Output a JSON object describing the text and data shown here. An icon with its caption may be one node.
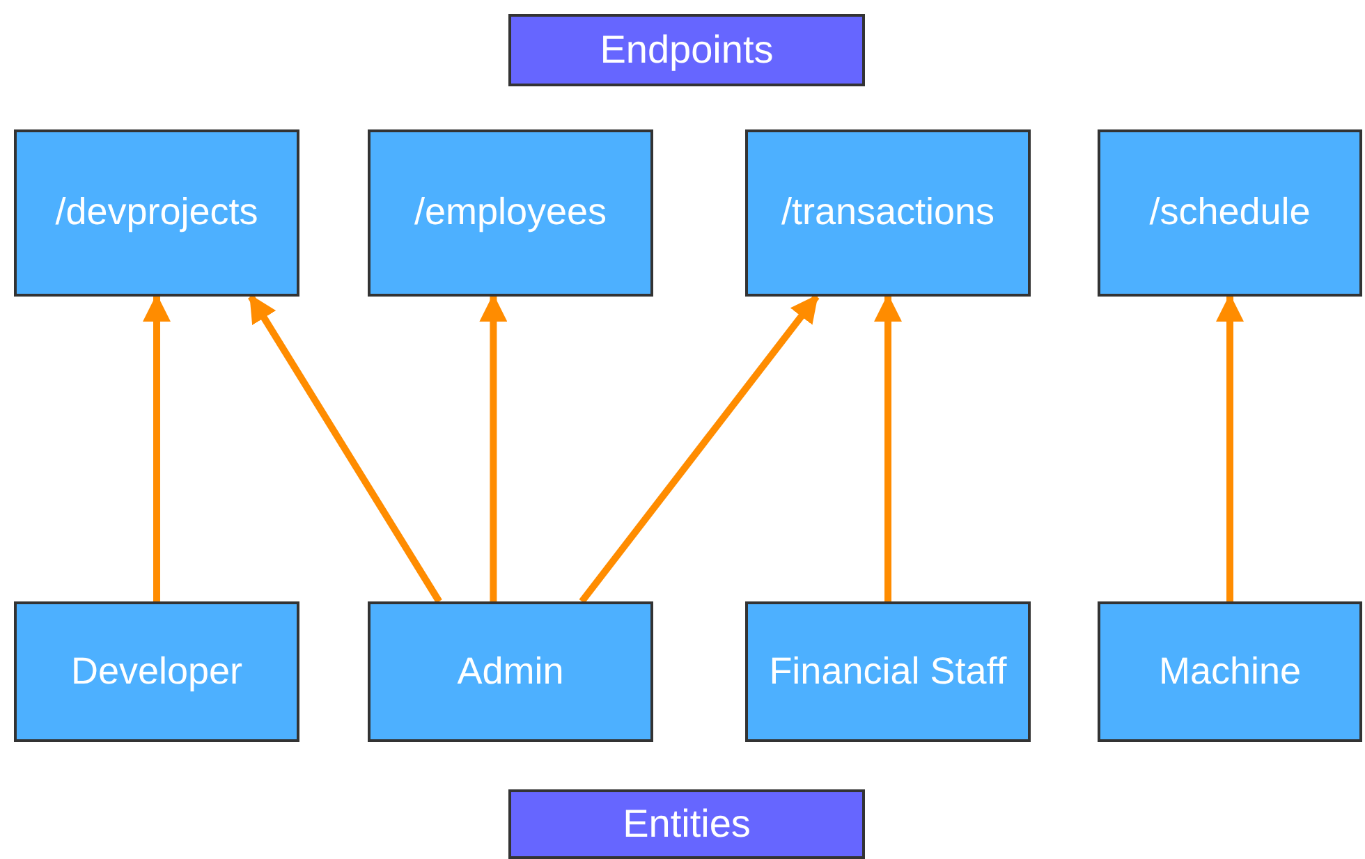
{
  "diagram": {
    "nodes": [
      {
        "text": [
          "Endpoints"
        ]
      },
      {
        "text": [
          "/devprojects"
        ]
      },
      {
        "text": [
          "/employees"
        ]
      },
      {
        "text": [
          "/transactions"
        ]
      },
      {
        "text": [
          "/schedule"
        ]
      },
      {
        "text": [
          "Developer"
        ]
      },
      {
        "text": [
          "Admin"
        ]
      },
      {
        "text": [
          "Financial Staff"
        ]
      },
      {
        "text": [
          "Machine"
        ]
      },
      {
        "text": [
          "Entities"
        ]
      }
    ],
    "edges": [
      {
        "from": 5,
        "to": 1,
        "arrow": "to"
      },
      {
        "from": 6,
        "to": 1,
        "arrow": "to"
      },
      {
        "from": 6,
        "to": 2,
        "arrow": "to"
      },
      {
        "from": 6,
        "to": 3,
        "arrow": "to"
      },
      {
        "from": 7,
        "to": 3,
        "arrow": "to"
      },
      {
        "from": 8,
        "to": 4,
        "arrow": "to"
      }
    ]
  }
}
